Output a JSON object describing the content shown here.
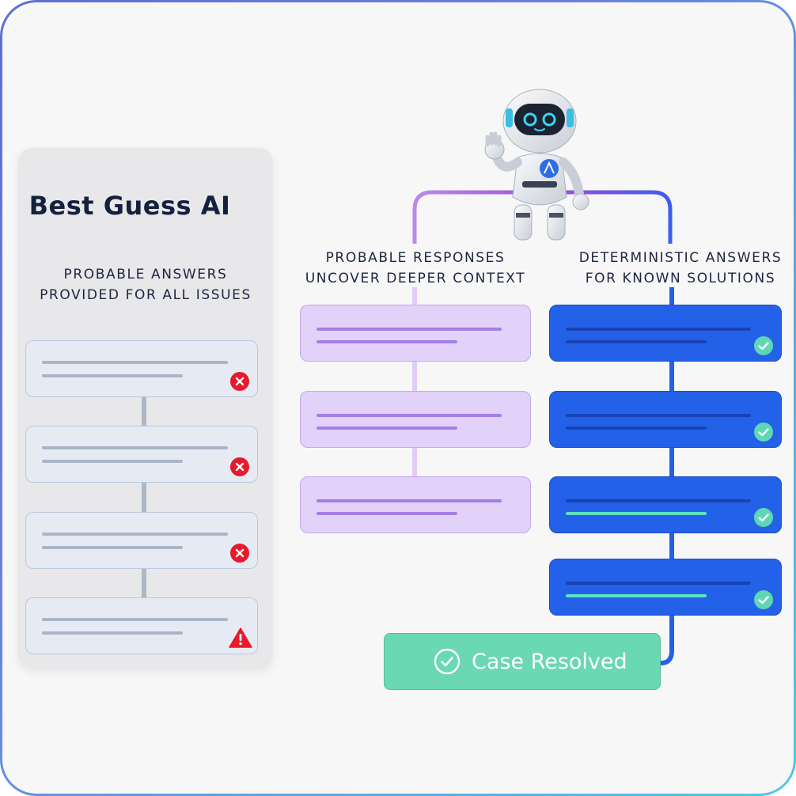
{
  "left_panel": {
    "title": "Best Guess AI",
    "caption": [
      "PROBABLE ANSWERS",
      "PROVIDED FOR ALL ISSUES"
    ],
    "cards": [
      {
        "status": "x-error-icon"
      },
      {
        "status": "x-error-icon"
      },
      {
        "status": "x-error-icon"
      },
      {
        "status": "warning-icon"
      }
    ]
  },
  "middle_column": {
    "caption": [
      "PROBABLE RESPONSES",
      "UNCOVER DEEPER CONTEXT"
    ],
    "cards": 3
  },
  "right_column": {
    "caption": [
      "DETERMINISTIC ANSWERS",
      "FOR KNOWN SOLUTIONS"
    ],
    "cards": [
      {
        "status": "check-icon"
      },
      {
        "status": "check-icon"
      },
      {
        "status": "check-icon"
      },
      {
        "status": "check-icon"
      }
    ]
  },
  "resolved": {
    "label": "Case Resolved"
  },
  "colors": {
    "navy": "#14213d",
    "purple": "#a57ee6",
    "blue": "#2361e8",
    "teal": "#5ee0c4",
    "error_red": "#e8192c",
    "resolved_green": "#6ad8b2"
  }
}
